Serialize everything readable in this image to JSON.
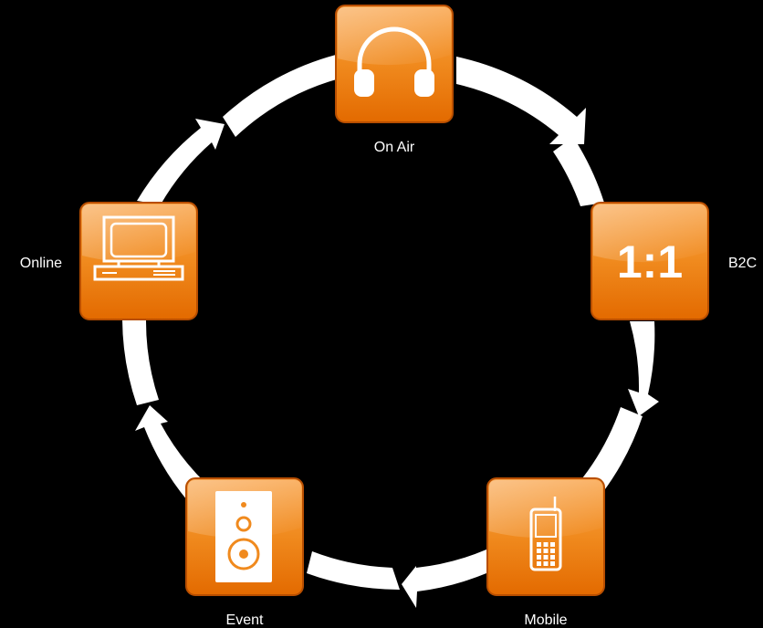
{
  "diagram": {
    "nodes": [
      {
        "id": "on-air",
        "label": "On Air",
        "icon": "headphones-icon"
      },
      {
        "id": "b2c",
        "label": "B2C",
        "icon": "ratio-icon",
        "icon_text": "1:1"
      },
      {
        "id": "mobile",
        "label": "Mobile",
        "icon": "mobile-phone-icon"
      },
      {
        "id": "event",
        "label": "Event",
        "icon": "speaker-icon"
      },
      {
        "id": "online",
        "label": "Online",
        "icon": "computer-monitor-icon"
      }
    ],
    "cycle_direction": "clockwise",
    "colors": {
      "background": "#000000",
      "tile_top": "#f89a3c",
      "tile_bottom": "#e36a00",
      "tile_border": "#b84e00",
      "ring": "#ffffff",
      "label": "#ffffff"
    }
  }
}
